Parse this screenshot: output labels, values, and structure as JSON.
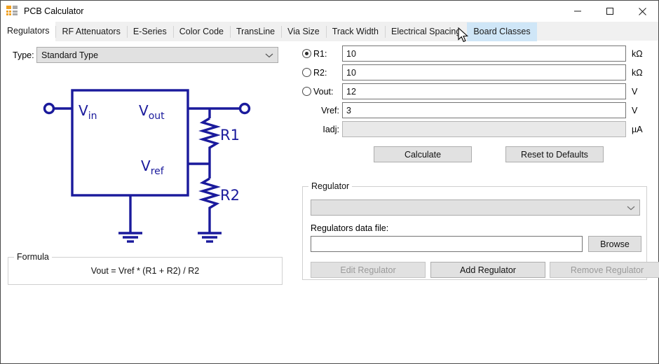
{
  "window": {
    "title": "PCB Calculator",
    "app_icon": "calculator-icon",
    "minimize_label": "—",
    "maximize_label": "□",
    "close_label": "✕"
  },
  "tabs": [
    {
      "label": "Regulators",
      "state": "active"
    },
    {
      "label": "RF Attenuators",
      "state": "normal"
    },
    {
      "label": "E-Series",
      "state": "normal"
    },
    {
      "label": "Color Code",
      "state": "normal"
    },
    {
      "label": "TransLine",
      "state": "normal"
    },
    {
      "label": "Via Size",
      "state": "normal"
    },
    {
      "label": "Track Width",
      "state": "normal"
    },
    {
      "label": "Electrical Spacing",
      "state": "normal"
    },
    {
      "label": "Board Classes",
      "state": "hover"
    }
  ],
  "left": {
    "type_label": "Type:",
    "type_value": "Standard Type",
    "diagram": {
      "vin_label": "V",
      "vin_sub": "in",
      "vout_label": "V",
      "vout_sub": "out",
      "vref_label": "V",
      "vref_sub": "ref",
      "r1_label": "R1",
      "r2_label": "R2",
      "color": "#1a1a9c"
    },
    "formula_title": "Formula",
    "formula_text": "Vout = Vref * (R1 + R2) / R2"
  },
  "right": {
    "fields": [
      {
        "name": "r1",
        "label": "R1:",
        "value": "10",
        "unit": "kΩ",
        "radio": true,
        "selected": true,
        "disabled": false
      },
      {
        "name": "r2",
        "label": "R2:",
        "value": "10",
        "unit": "kΩ",
        "radio": true,
        "selected": false,
        "disabled": false
      },
      {
        "name": "vout",
        "label": "Vout:",
        "value": "12",
        "unit": "V",
        "radio": true,
        "selected": false,
        "disabled": false
      },
      {
        "name": "vref",
        "label": "Vref:",
        "value": "3",
        "unit": "V",
        "radio": false,
        "selected": false,
        "disabled": false
      },
      {
        "name": "iadj",
        "label": "Iadj:",
        "value": "",
        "unit": "µA",
        "radio": false,
        "selected": false,
        "disabled": true
      }
    ],
    "calculate_label": "Calculate",
    "reset_label": "Reset to Defaults",
    "regulator_group": {
      "title": "Regulator",
      "combo_value": "",
      "data_file_label": "Regulators data file:",
      "data_file_value": "",
      "browse_label": "Browse",
      "edit_label": "Edit Regulator",
      "add_label": "Add Regulator",
      "remove_label": "Remove Regulator",
      "edit_enabled": false,
      "add_enabled": true,
      "remove_enabled": false
    }
  }
}
